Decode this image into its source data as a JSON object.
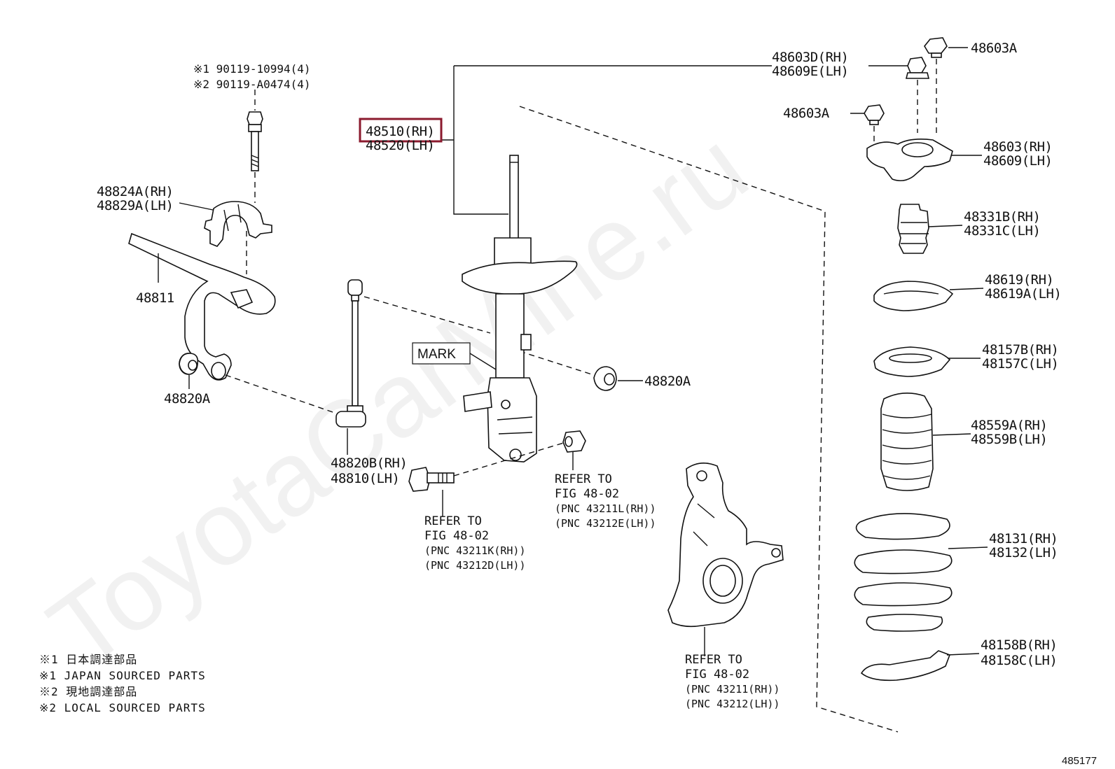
{
  "watermark": "ToyotaCarMine.ru",
  "figure_number": "485177",
  "highlight_color": "#8b1a2e",
  "mark_label": "MARK",
  "labels": {
    "p_90119": [
      "※1 90119-10994(4)",
      "※2 90119-A0474(4)"
    ],
    "p_48824A": [
      "48824A(RH)",
      "48829A(LH)"
    ],
    "p_48811": [
      "48811"
    ],
    "p_48820A_left": [
      "48820A"
    ],
    "p_48510": [
      "48510(RH)",
      "48520(LH)"
    ],
    "p_48820B": [
      "48820B(RH)",
      "48810(LH)"
    ],
    "p_48820A_right": [
      "48820A"
    ],
    "p_48603D": [
      "48603D(RH)",
      "48609E(LH)"
    ],
    "p_48603A_top": [
      "48603A"
    ],
    "p_48603A_mid": [
      "48603A"
    ],
    "p_48603": [
      "48603(RH)",
      "48609(LH)"
    ],
    "p_48331B": [
      "48331B(RH)",
      "48331C(LH)"
    ],
    "p_48619": [
      "48619(RH)",
      "48619A(LH)"
    ],
    "p_48157B": [
      "48157B(RH)",
      "48157C(LH)"
    ],
    "p_48559A": [
      "48559A(RH)",
      "48559B(LH)"
    ],
    "p_48131": [
      "48131(RH)",
      "48132(LH)"
    ],
    "p_48158B": [
      "48158B(RH)",
      "48158C(LH)"
    ]
  },
  "refers": {
    "bolt": [
      "REFER TO",
      "FIG 48-02",
      "(PNC 43211K(RH))",
      "(PNC 43212D(LH))"
    ],
    "nut": [
      "REFER TO",
      "FIG 48-02",
      "(PNC 43211L(RH))",
      "(PNC 43212E(LH))"
    ],
    "knuckle": [
      "REFER TO",
      "FIG 48-02",
      "(PNC 43211(RH))",
      "(PNC 43212(LH))"
    ]
  },
  "notes": [
    "※1 日本調達部品",
    "※1 JAPAN SOURCED PARTS",
    "※2 現地調達部品",
    "※2 LOCAL SOURCED PARTS"
  ]
}
